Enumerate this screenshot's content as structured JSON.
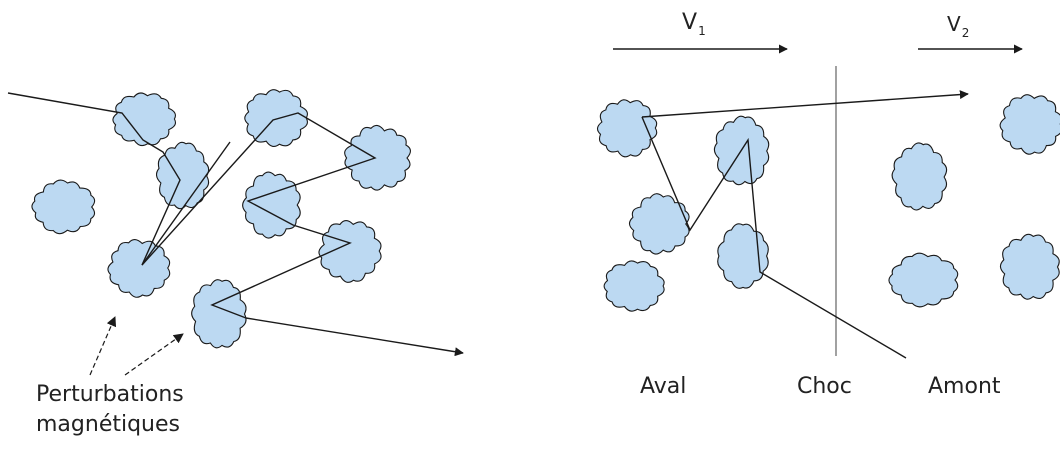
{
  "colors": {
    "cloud_fill": "#bcd9f2",
    "cloud_stroke": "#1a1a1a",
    "line": "#1a1a1a",
    "text": "#222222"
  },
  "labels": {
    "perturbations_line1": "Perturbations",
    "perturbations_line2": "magnétiques",
    "aval": "Aval",
    "choc": "Choc",
    "amont": "Amont",
    "v1_letter": "V",
    "v1_sub": "1",
    "v2_letter": "V",
    "v2_sub": "2"
  }
}
